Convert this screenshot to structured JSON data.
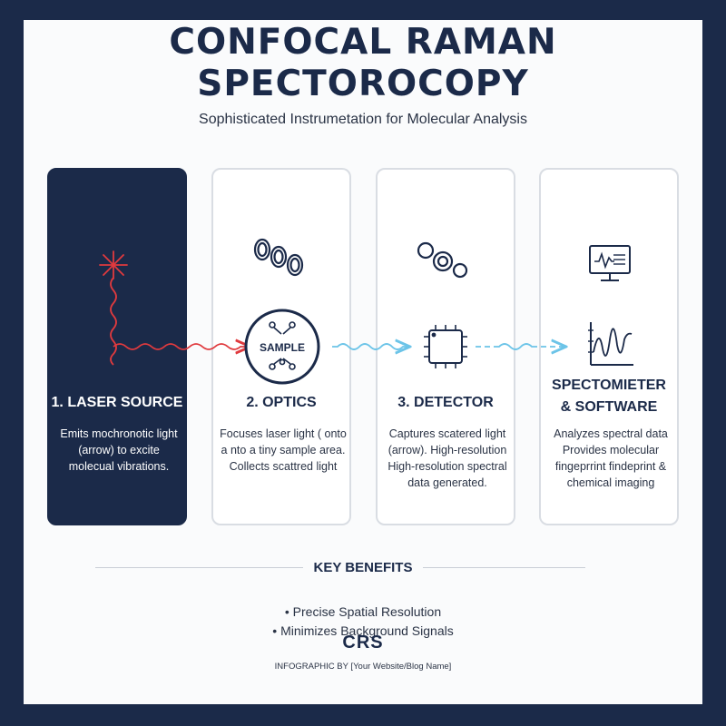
{
  "header": {
    "title_line1": "CONFOCAL RAMAN",
    "title_line2": "SPECTOROCOPY",
    "subtitle": "Sophisticated Instrumetation for Molecular Analysis"
  },
  "stages": [
    {
      "title": "1. LASER SOURCE",
      "desc_lines": [
        "Emits mochronotic light",
        "(arrow) to excite",
        "molecual vibrations."
      ],
      "icon": "laser-starburst-icon"
    },
    {
      "title": "2. OPTICS",
      "desc_lines": [
        "Focuses laser light ( onto",
        "a nto a tiny sample area.",
        "Collects scattred light"
      ],
      "icon": "lenses-icon",
      "sample_label": "SAMPLE"
    },
    {
      "title": "3. DETECTOR",
      "desc_lines": [
        "Captures scatered light",
        "(arrow). High-resolution",
        "High-resolution spectral",
        "data generated."
      ],
      "icon": "detector-chip-icon"
    },
    {
      "title_lines": [
        "SPECTOMIETER",
        "& SOFTWARE"
      ],
      "desc_lines": [
        "Analyzes spectral data",
        "Provides molecular",
        "fingeprrint findeprint &",
        "chemical imaging"
      ],
      "icon": "monitor-spectrum-icon"
    }
  ],
  "benefits": {
    "title": "KEY BENEFITS",
    "items": [
      "• Precise Spatial Resolution",
      "• Minimizes Background Signals"
    ]
  },
  "footer": {
    "logo": "CRS",
    "credit": "INFOGRAPHIC BY [Your Website/Blog Name]"
  },
  "colors": {
    "navy": "#1b2a49",
    "laser_red": "#e03a3e",
    "scatter_blue": "#6cc4e8"
  }
}
